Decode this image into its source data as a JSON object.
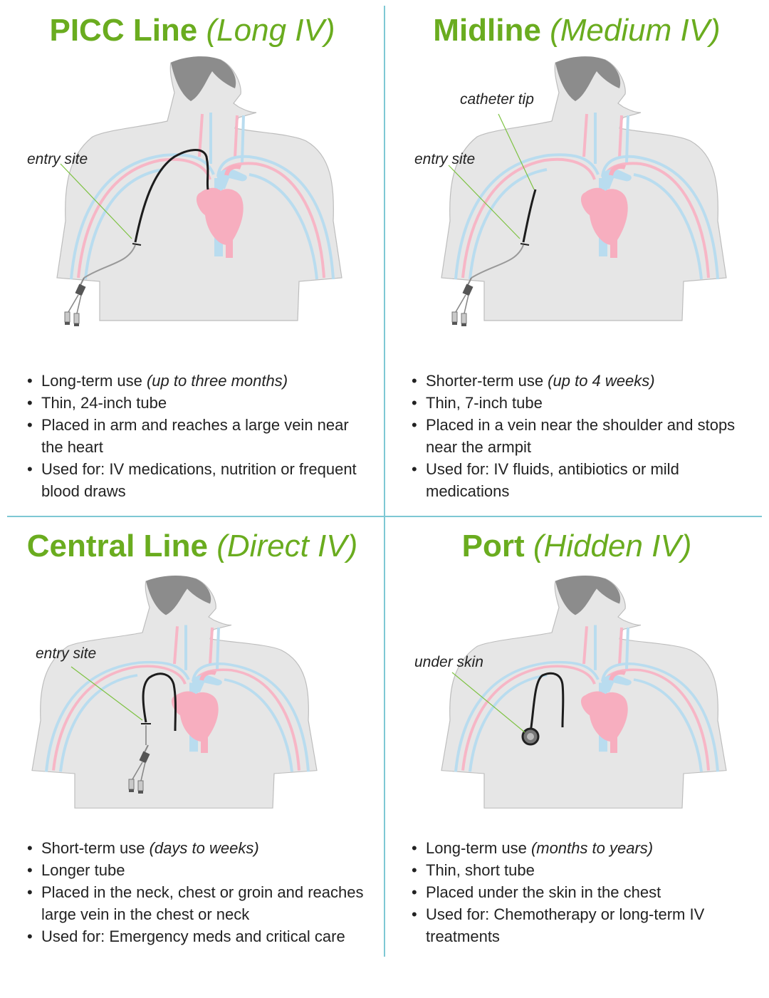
{
  "panels": [
    {
      "title_main": "PICC Line",
      "title_sub": "(Long IV)",
      "callouts": [
        "entry site"
      ],
      "bullets": [
        {
          "text": "Long-term use ",
          "em": "(up to three months)"
        },
        {
          "text": "Thin, 24-inch tube",
          "em": ""
        },
        {
          "text": "Placed in arm and reaches a large vein near the heart",
          "em": ""
        },
        {
          "text": "Used for: IV medications, nutrition or frequent blood draws",
          "em": ""
        }
      ]
    },
    {
      "title_main": "Midline",
      "title_sub": "(Medium IV)",
      "callouts": [
        "catheter tip",
        "entry site"
      ],
      "bullets": [
        {
          "text": "Shorter-term use ",
          "em": "(up to 4 weeks)"
        },
        {
          "text": "Thin, 7-inch tube",
          "em": ""
        },
        {
          "text": "Placed in a vein near the shoulder and stops near the armpit",
          "em": ""
        },
        {
          "text": "Used for: IV fluids, antibiotics or mild medications",
          "em": ""
        }
      ]
    },
    {
      "title_main": "Central Line",
      "title_sub": "(Direct IV)",
      "callouts": [
        "entry site"
      ],
      "bullets": [
        {
          "text": "Short-term use ",
          "em": "(days to weeks)"
        },
        {
          "text": "Longer tube",
          "em": ""
        },
        {
          "text": "Placed in the neck, chest or groin and reaches large vein in the chest or neck",
          "em": ""
        },
        {
          "text": "Used for: Emergency meds and critical care",
          "em": ""
        }
      ]
    },
    {
      "title_main": "Port",
      "title_sub": "(Hidden IV)",
      "callouts": [
        "under skin"
      ],
      "bullets": [
        {
          "text": "Long-term use ",
          "em": "(months to years)"
        },
        {
          "text": "Thin, short tube",
          "em": ""
        },
        {
          "text": "Placed under the skin in the chest",
          "em": ""
        },
        {
          "text": "Used for: Chemotherapy or long-term IV treatments",
          "em": ""
        }
      ]
    }
  ],
  "colors": {
    "title": "#6aac1f",
    "divider": "#7ec8d4",
    "body": "#e6e6e6",
    "hair": "#8c8c8c",
    "artery": "#f7b6c6",
    "vein": "#b9dcef",
    "heart": "#f7aebf",
    "catheter": "#1c1c1c",
    "leader": "#7dc242"
  }
}
